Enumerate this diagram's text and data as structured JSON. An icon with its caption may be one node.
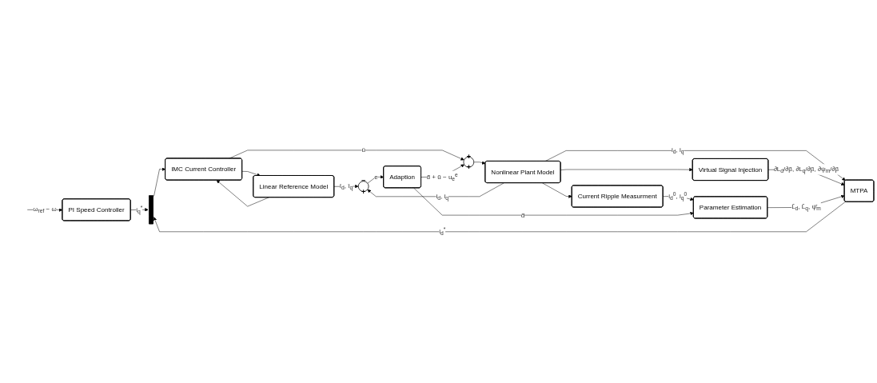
{
  "diagram": {
    "nodes": [
      {
        "text": [
          "PI Speed Controller"
        ]
      },
      {
        "text": [
          "MTPA"
        ]
      },
      {
        "text": [],
        "shape": "bar"
      },
      {
        "text": [
          "IMC Current Controller"
        ]
      },
      {
        "text": [
          "Linear Reference Model"
        ]
      },
      {
        "text": [
          "+",
          "+"
        ]
      },
      {
        "text": [
          "Nonlinear Plant Model"
        ]
      },
      {
        "text": [
          "−",
          "+"
        ]
      },
      {
        "text": [
          "Adaption"
        ]
      },
      {
        "text": [
          "Virtual Signal Injection"
        ]
      },
      {
        "text": [
          "Current Ripple Measurment"
        ]
      },
      {
        "text": [
          "Parameter Estimation"
        ]
      }
    ],
    "edges": [
      {
        "from": null,
        "to": 0,
        "arrow": "to",
        "label": "ω$_{ref}$ − ω"
      },
      {
        "from": 0,
        "to": 2,
        "arrow": "to",
        "label": "i$_{q}$$^{*}$"
      },
      {
        "from": 1,
        "to": 2,
        "arrow": "to",
        "label": "i$_{d}$$^{*}$"
      },
      {
        "from": 2,
        "to": 3,
        "arrow": "to"
      },
      {
        "from": 3,
        "to": 4,
        "arrow": "to"
      },
      {
        "from": 3,
        "to": 5,
        "arrow": "to",
        "label": "û"
      },
      {
        "from": 5,
        "to": 6,
        "arrow": "to"
      },
      {
        "from": 4,
        "to": 7,
        "arrow": "to",
        "label": "î$_{d}$, î$_{q}$"
      },
      {
        "from": 4,
        "to": 3,
        "arrow": "to"
      },
      {
        "from": 6,
        "to": 7,
        "arrow": "to",
        "label": "i$_{d}$, i$_{q}$"
      },
      {
        "from": 7,
        "to": 8,
        "arrow": "to",
        "label": "e"
      },
      {
        "from": 8,
        "to": 5,
        "arrow": "to",
        "label": "d̂ + ũ − u$_{e}$$^{e}$"
      },
      {
        "from": 6,
        "to": 1,
        "arrow": "to",
        "label": "i$_{d}$, i$_{q}$"
      },
      {
        "from": 6,
        "to": 9,
        "arrow": "to"
      },
      {
        "from": 6,
        "to": 10,
        "arrow": "to"
      },
      {
        "from": 9,
        "to": 1,
        "arrow": "to",
        "label": "∂L$_{d}$/∂β, ∂L$_{q}$/∂β, ∂ψ$_{m}$/∂β"
      },
      {
        "from": 10,
        "to": 11,
        "arrow": "to",
        "label": "i$_{d}$$^{0}$, i$_{q}$$^{0}$"
      },
      {
        "from": 8,
        "to": 11,
        "arrow": "to",
        "label": "d̂"
      },
      {
        "from": 11,
        "to": 1,
        "arrow": "to",
        "label": "L̂$_{d}$, L̂$_{q}$, ψ̂$_{m}$"
      }
    ]
  }
}
